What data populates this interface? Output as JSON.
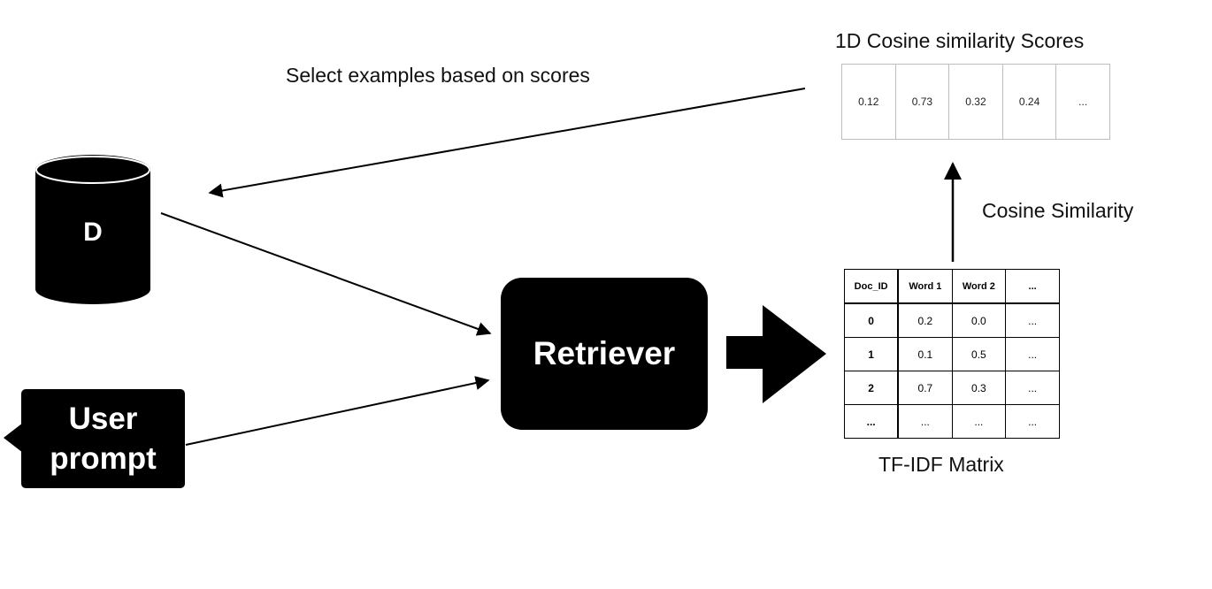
{
  "scores": {
    "title": "1D  Cosine similarity Scores",
    "values": [
      "0.12",
      "0.73",
      "0.32",
      "0.24",
      "..."
    ]
  },
  "labels": {
    "select": "Select examples based on scores",
    "cosine": "Cosine Similarity",
    "tfidf": "TF-IDF Matrix"
  },
  "database": {
    "label": "D"
  },
  "retriever": {
    "label": "Retriever"
  },
  "user_prompt": {
    "line1": "User",
    "line2": "prompt"
  },
  "matrix": {
    "header": [
      "Doc_ID",
      "Word 1",
      "Word 2",
      "..."
    ],
    "rows": [
      [
        "0",
        "0.2",
        "0.0",
        "..."
      ],
      [
        "1",
        "0.1",
        "0.5",
        "..."
      ],
      [
        "2",
        "0.7",
        "0.3",
        "..."
      ],
      [
        "...",
        "...",
        "...",
        "..."
      ]
    ]
  }
}
